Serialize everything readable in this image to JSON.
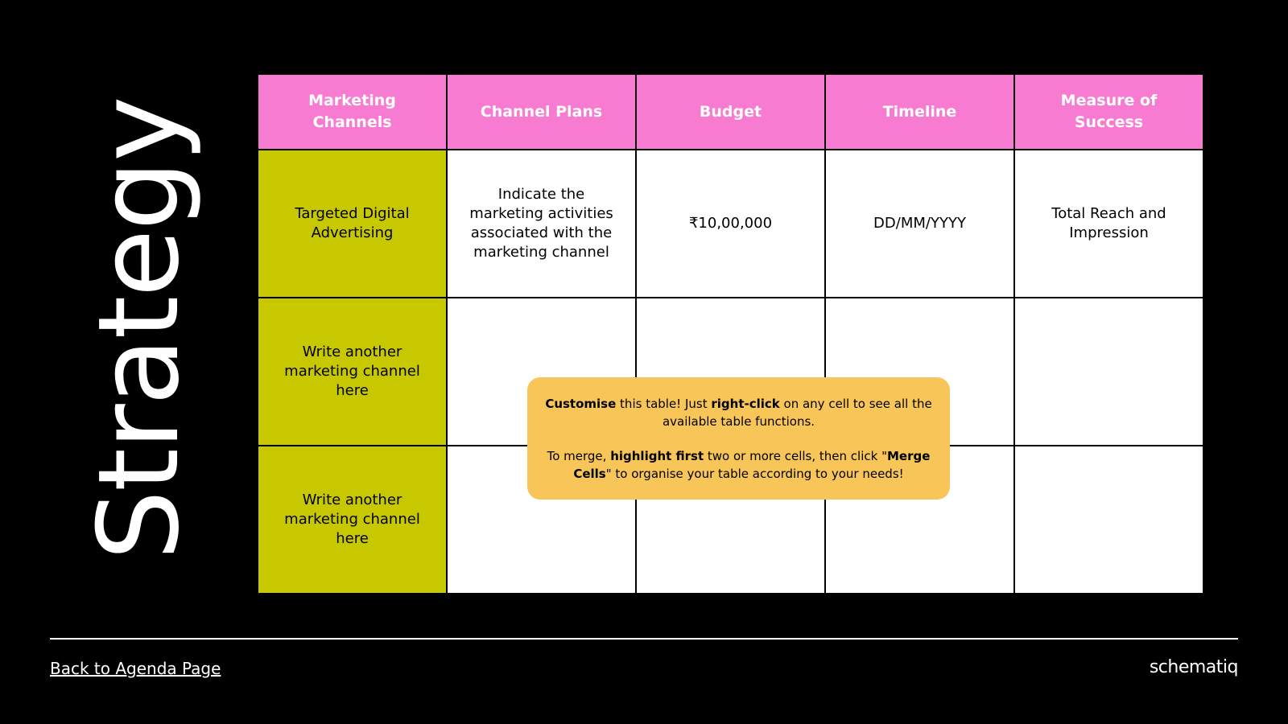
{
  "title": "Strategy",
  "table": {
    "headers": [
      "Marketing Channels",
      "Channel Plans",
      "Budget",
      "Timeline",
      "Measure of Success"
    ],
    "rows": [
      [
        "Targeted Digital Advertising",
        "Indicate the marketing activities associated with the marketing channel",
        "₹10,00,000",
        "DD/MM/YYYY",
        "Total Reach and Impression"
      ],
      [
        "Write another marketing channel here",
        "",
        "",
        "",
        ""
      ],
      [
        "Write another marketing channel here",
        "",
        "",
        "",
        ""
      ]
    ]
  },
  "tip": {
    "line1": [
      {
        "text": "Customise",
        "bold": true
      },
      {
        "text": " this table! Just ",
        "bold": false
      },
      {
        "text": "right-click",
        "bold": true
      },
      {
        "text": " on any cell to see all the available table functions.",
        "bold": false
      }
    ],
    "line2": [
      {
        "text": "To merge, ",
        "bold": false
      },
      {
        "text": "highlight first",
        "bold": true
      },
      {
        "text": " two or more cells, then click \"",
        "bold": false
      },
      {
        "text": "Merge Cells",
        "bold": true
      },
      {
        "text": "\" to organise your table according to your needs!",
        "bold": false
      }
    ]
  },
  "footer": {
    "back_link": "Back to Agenda Page",
    "brand": "schematiq"
  },
  "colors": {
    "background": "#000000",
    "header_pink": "#f77bd1",
    "channel_olive": "#c8c800",
    "tip_yellow": "#f7c558",
    "text_white": "#ffffff"
  }
}
